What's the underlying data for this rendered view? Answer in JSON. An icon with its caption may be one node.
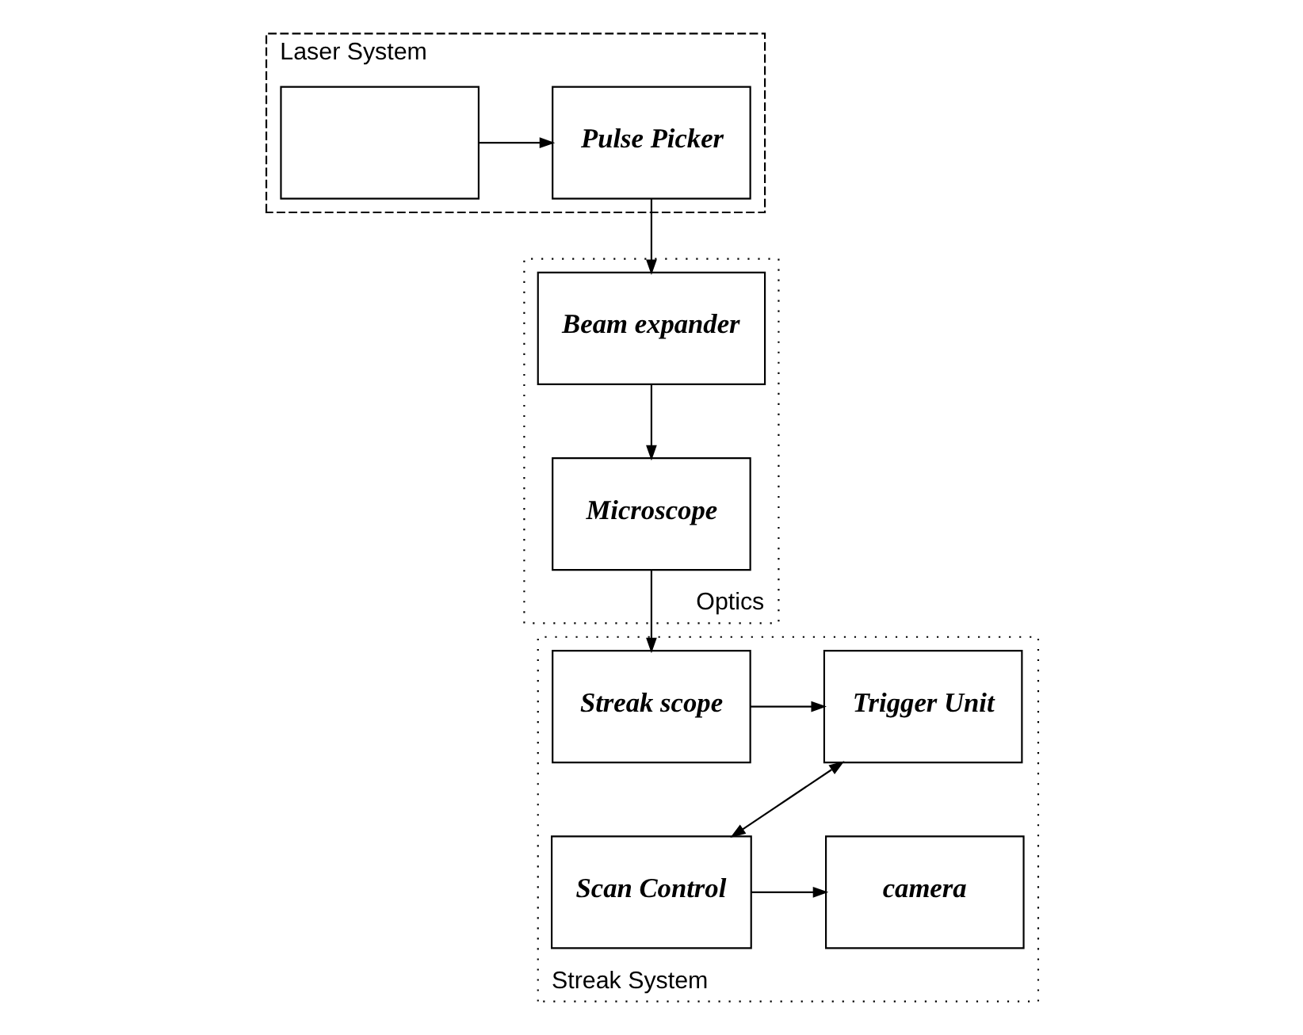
{
  "diagram": {
    "nodes": [
      {
        "text": [
          "Laser System"
        ]
      },
      {
        "text": [],
        "shape": "box",
        "in": 0
      },
      {
        "text": [
          "Pulse Picker"
        ],
        "in": 0
      },
      {
        "text": [
          "Optics"
        ]
      },
      {
        "text": [
          "Beam expander"
        ],
        "in": 3
      },
      {
        "text": [
          "Microscope"
        ],
        "in": 3
      },
      {
        "text": [
          "Streak System"
        ]
      },
      {
        "text": [
          "Trigger Unit"
        ],
        "in": 6
      },
      {
        "text": [
          "Streak scope"
        ],
        "in": 6
      },
      {
        "text": [
          "Scan Control"
        ],
        "in": 6
      },
      {
        "text": [
          "camera"
        ],
        "in": 6
      }
    ],
    "edges": [
      {
        "from": 1,
        "to": 2,
        "arrow": "to"
      },
      {
        "from": 2,
        "to": 4,
        "arrow": "to"
      },
      {
        "from": 4,
        "to": 5,
        "arrow": "to"
      },
      {
        "from": 5,
        "to": 8,
        "arrow": "to"
      },
      {
        "from": 8,
        "to": 7,
        "arrow": "to"
      },
      {
        "from": 7,
        "to": 9,
        "arrow": "both"
      },
      {
        "from": 9,
        "to": 10,
        "arrow": "to"
      }
    ]
  }
}
